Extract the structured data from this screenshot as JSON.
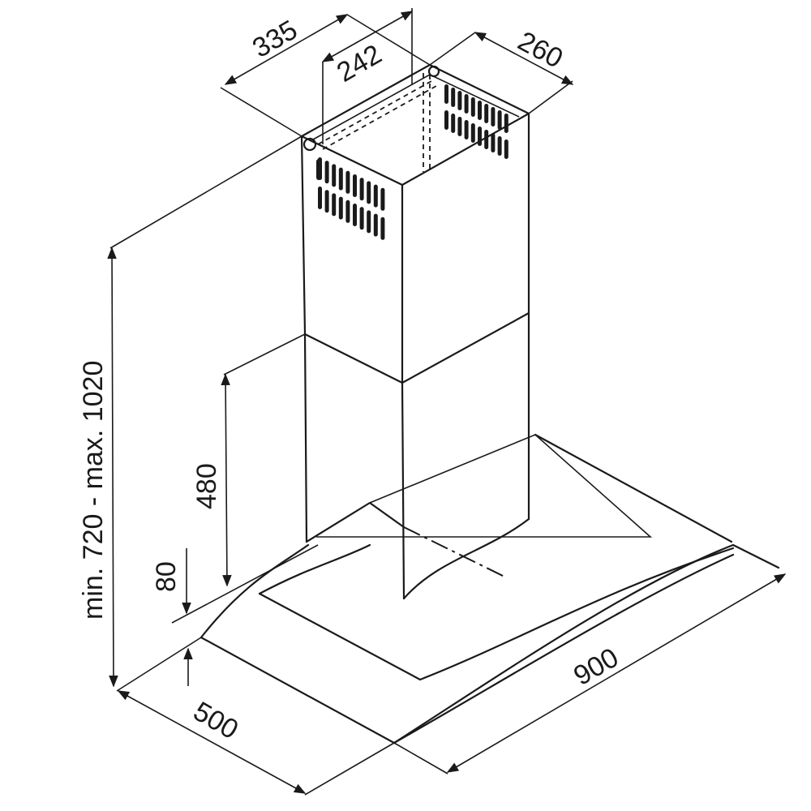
{
  "dimensions": {
    "top_width": "335",
    "top_inner_width": "242",
    "top_depth": "260",
    "height_range": "min. 720 - max. 1020",
    "chimney_lower": "480",
    "hood_thickness": "80",
    "hood_depth": "500",
    "hood_width": "900"
  },
  "colors": {
    "line": "#1a1a1a",
    "background": "#ffffff"
  }
}
